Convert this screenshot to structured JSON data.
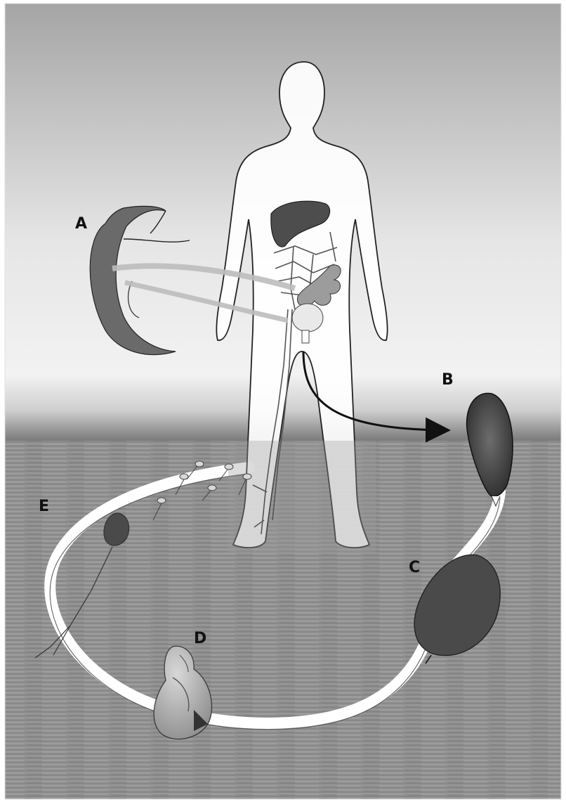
{
  "labels": {
    "a": "A",
    "b": "B",
    "c": "C",
    "d": "D",
    "e": "E"
  },
  "colors": {
    "sky_top": "#a9a9a9",
    "sky_bottom": "#f4f4f4",
    "water": "#8c8c8c",
    "cycle_loop": "#ffffff",
    "text": "#111111"
  }
}
